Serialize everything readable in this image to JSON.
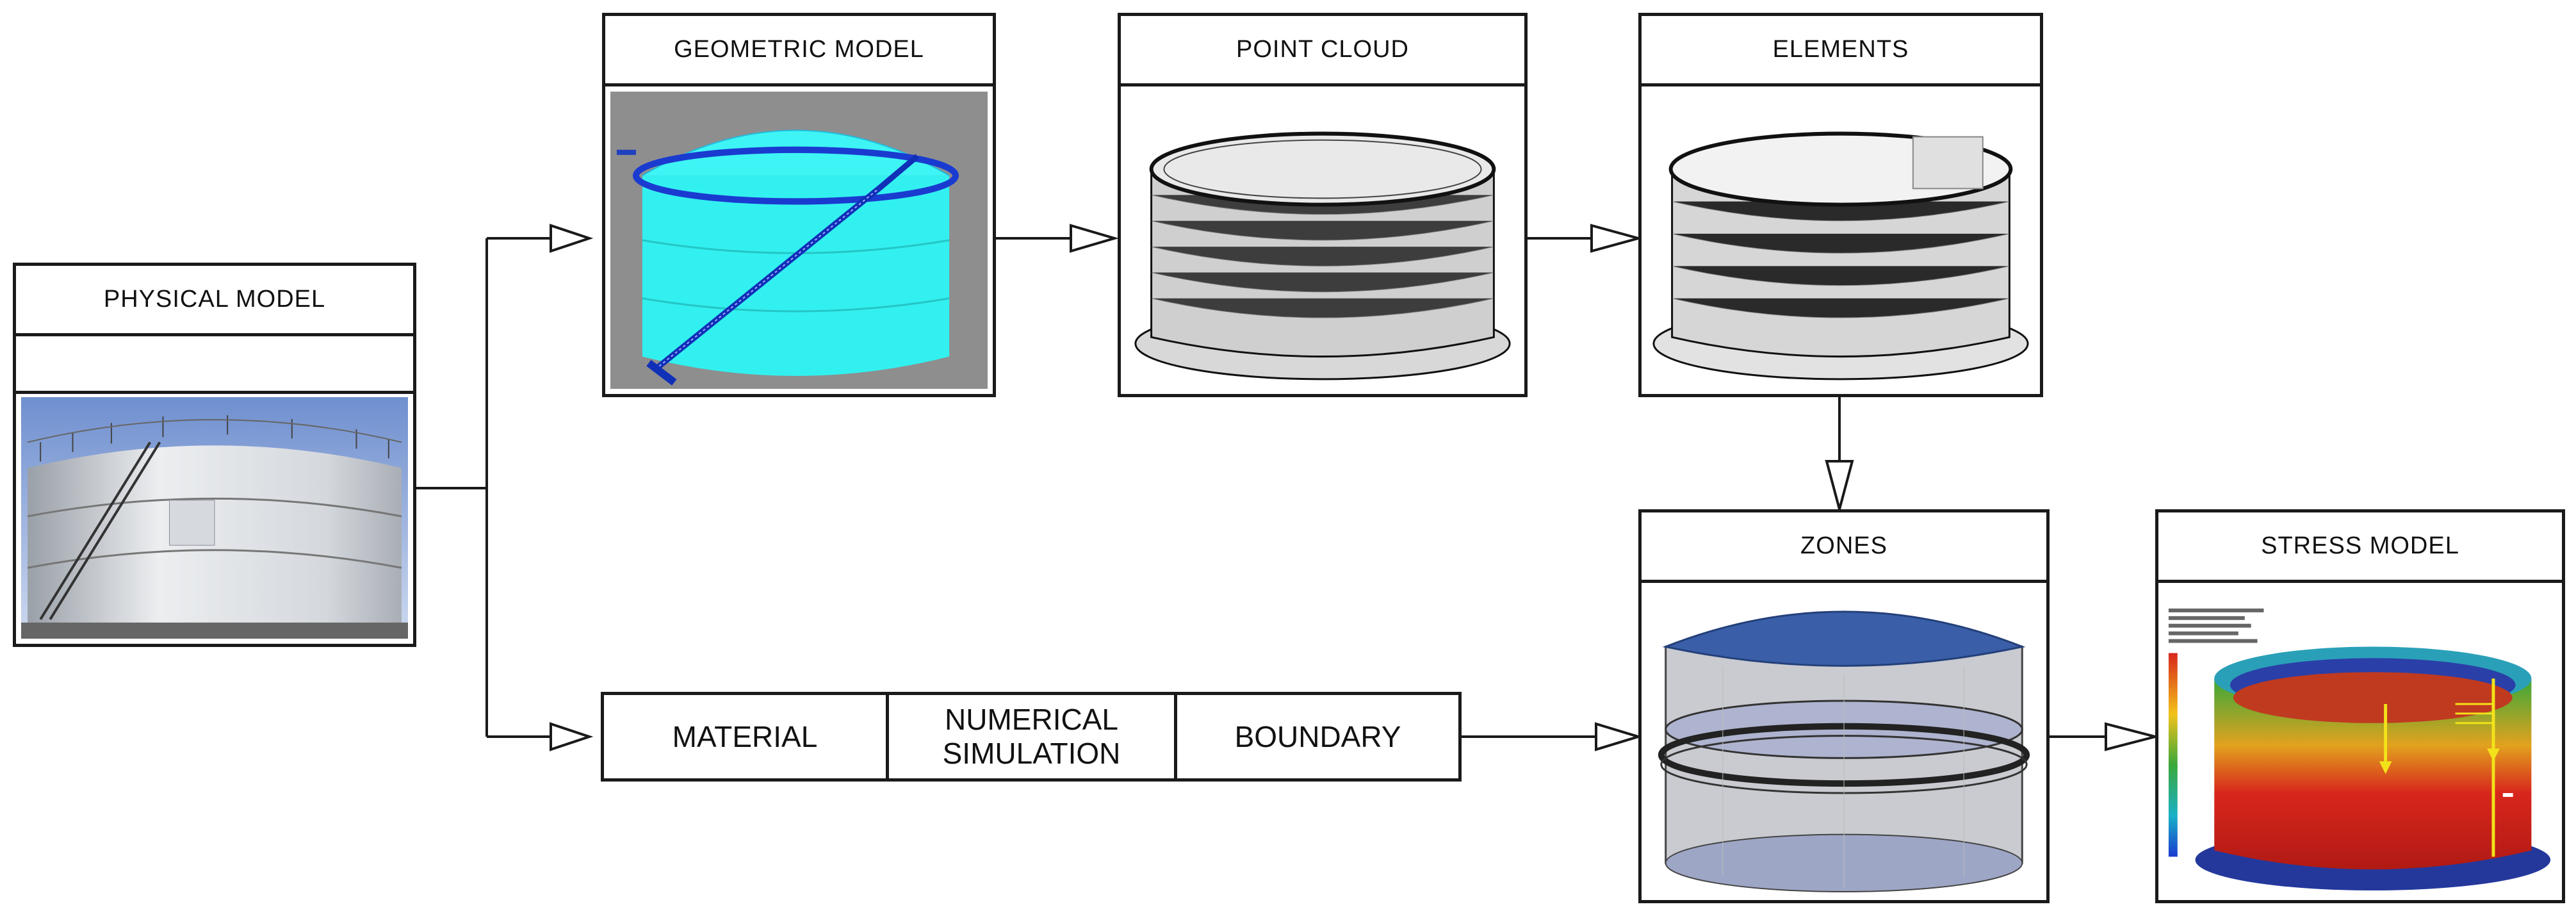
{
  "boxes": {
    "physical_model": "PHYSICAL MODEL",
    "geometric_model": "GEOMETRIC MODEL",
    "point_cloud": "POINT CLOUD",
    "elements": "ELEMENTS",
    "zones": "ZONES",
    "stress_model": "STRESS MODEL"
  },
  "inputs": {
    "material": "MATERIAL",
    "numerical_simulation": "NUMERICAL SIMULATION",
    "boundary": "BOUNDARY"
  },
  "colors": {
    "line": "#1a1a1a",
    "cyan_model": "#33f0f0",
    "zones_dome": "#3a5fa8",
    "stress_red": "#d8261c",
    "stress_green": "#3aa83a"
  }
}
